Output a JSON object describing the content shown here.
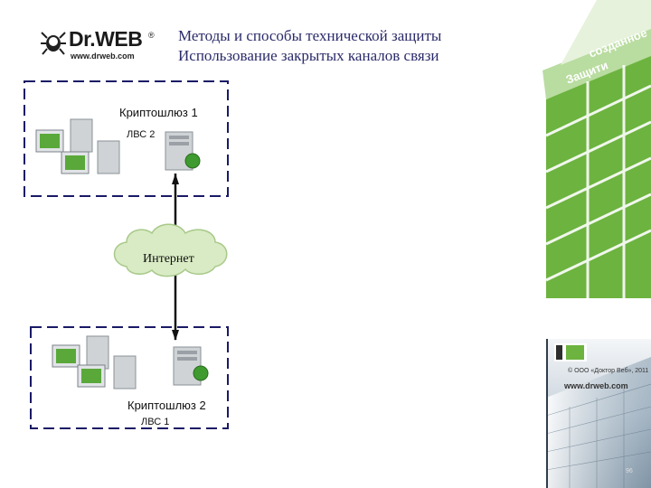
{
  "brand": {
    "logo_text": "Dr.WEB",
    "reg_mark": "®",
    "url": "www.drweb.com",
    "tagline_line1": "созданное",
    "tagline_line2": "Защити",
    "copyright": "© ООО «Доктор Веб», 2011",
    "site": "www.drweb.com",
    "colors": {
      "green": "#5aa83a",
      "light_green": "#8cc63f",
      "title": "#2b2b6a",
      "dash": "#1a1a66"
    }
  },
  "header": {
    "line1": "Методы и способы технической защиты",
    "line2": "Использование закрытых каналов связи"
  },
  "diagram": {
    "top_group": {
      "gateway_label": "Криптошлюз 1",
      "lan_label": "ЛВС 2"
    },
    "cloud_label": "Интернет",
    "bottom_group": {
      "gateway_label": "Криптошлюз 2",
      "lan_label": "ЛВС 1"
    }
  },
  "page_number": "96"
}
